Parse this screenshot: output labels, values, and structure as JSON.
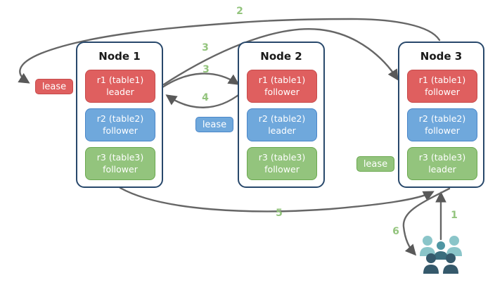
{
  "nodes": [
    {
      "title": "Node 1",
      "replicas": [
        {
          "name": "r1 (table1)",
          "role": "leader",
          "color": "#df5f5f"
        },
        {
          "name": "r2 (table2)",
          "role": "follower",
          "color": "#6fa8dc"
        },
        {
          "name": "r3 (table3)",
          "role": "follower",
          "color": "#93c47d"
        }
      ]
    },
    {
      "title": "Node 2",
      "replicas": [
        {
          "name": "r1 (table1)",
          "role": "follower",
          "color": "#df5f5f"
        },
        {
          "name": "r2 (table2)",
          "role": "leader",
          "color": "#6fa8dc"
        },
        {
          "name": "r3 (table3)",
          "role": "follower",
          "color": "#93c47d"
        }
      ]
    },
    {
      "title": "Node 3",
      "replicas": [
        {
          "name": "r1 (table1)",
          "role": "follower",
          "color": "#df5f5f"
        },
        {
          "name": "r2 (table2)",
          "role": "follower",
          "color": "#6fa8dc"
        },
        {
          "name": "r3 (table3)",
          "role": "leader",
          "color": "#93c47d"
        }
      ]
    }
  ],
  "leases": [
    {
      "label": "lease",
      "color": "#df5f5f",
      "near": "Node 1"
    },
    {
      "label": "lease",
      "color": "#6fa8dc",
      "near": "Node 2"
    },
    {
      "label": "lease",
      "color": "#93c47d",
      "near": "Node 3"
    }
  ],
  "arrows": [
    {
      "label": "1",
      "from": "clients",
      "to": "Node 3"
    },
    {
      "label": "2",
      "from": "Node 3",
      "to": "lease near Node 1"
    },
    {
      "label": "3",
      "from": "Node 1 r1 leader",
      "to": "Node 2 r1 follower"
    },
    {
      "label": "3",
      "from": "Node 1 r1 leader",
      "to": "Node 3 r1 follower"
    },
    {
      "label": "4",
      "from": "Node 2 r1 follower",
      "to": "Node 1 r1 leader"
    },
    {
      "label": "5",
      "from": "Node 1",
      "to": "Node 3"
    },
    {
      "label": "6",
      "from": "Node 3",
      "to": "clients"
    }
  ],
  "colors": {
    "replica_red": "#df5f5f",
    "replica_red_border": "#c64a4a",
    "replica_blue": "#6fa8dc",
    "replica_blue_border": "#4a86c8",
    "replica_green": "#93c47d",
    "replica_green_border": "#6aa84f",
    "node_border": "#28486b",
    "arrow": "#666666",
    "arrowhead": "#595959",
    "step_label": "#93c47d",
    "people_light_teal": "#8ac5c9",
    "people_medium_teal": "#4f96a3",
    "people_dark_slate": "#35596b"
  }
}
